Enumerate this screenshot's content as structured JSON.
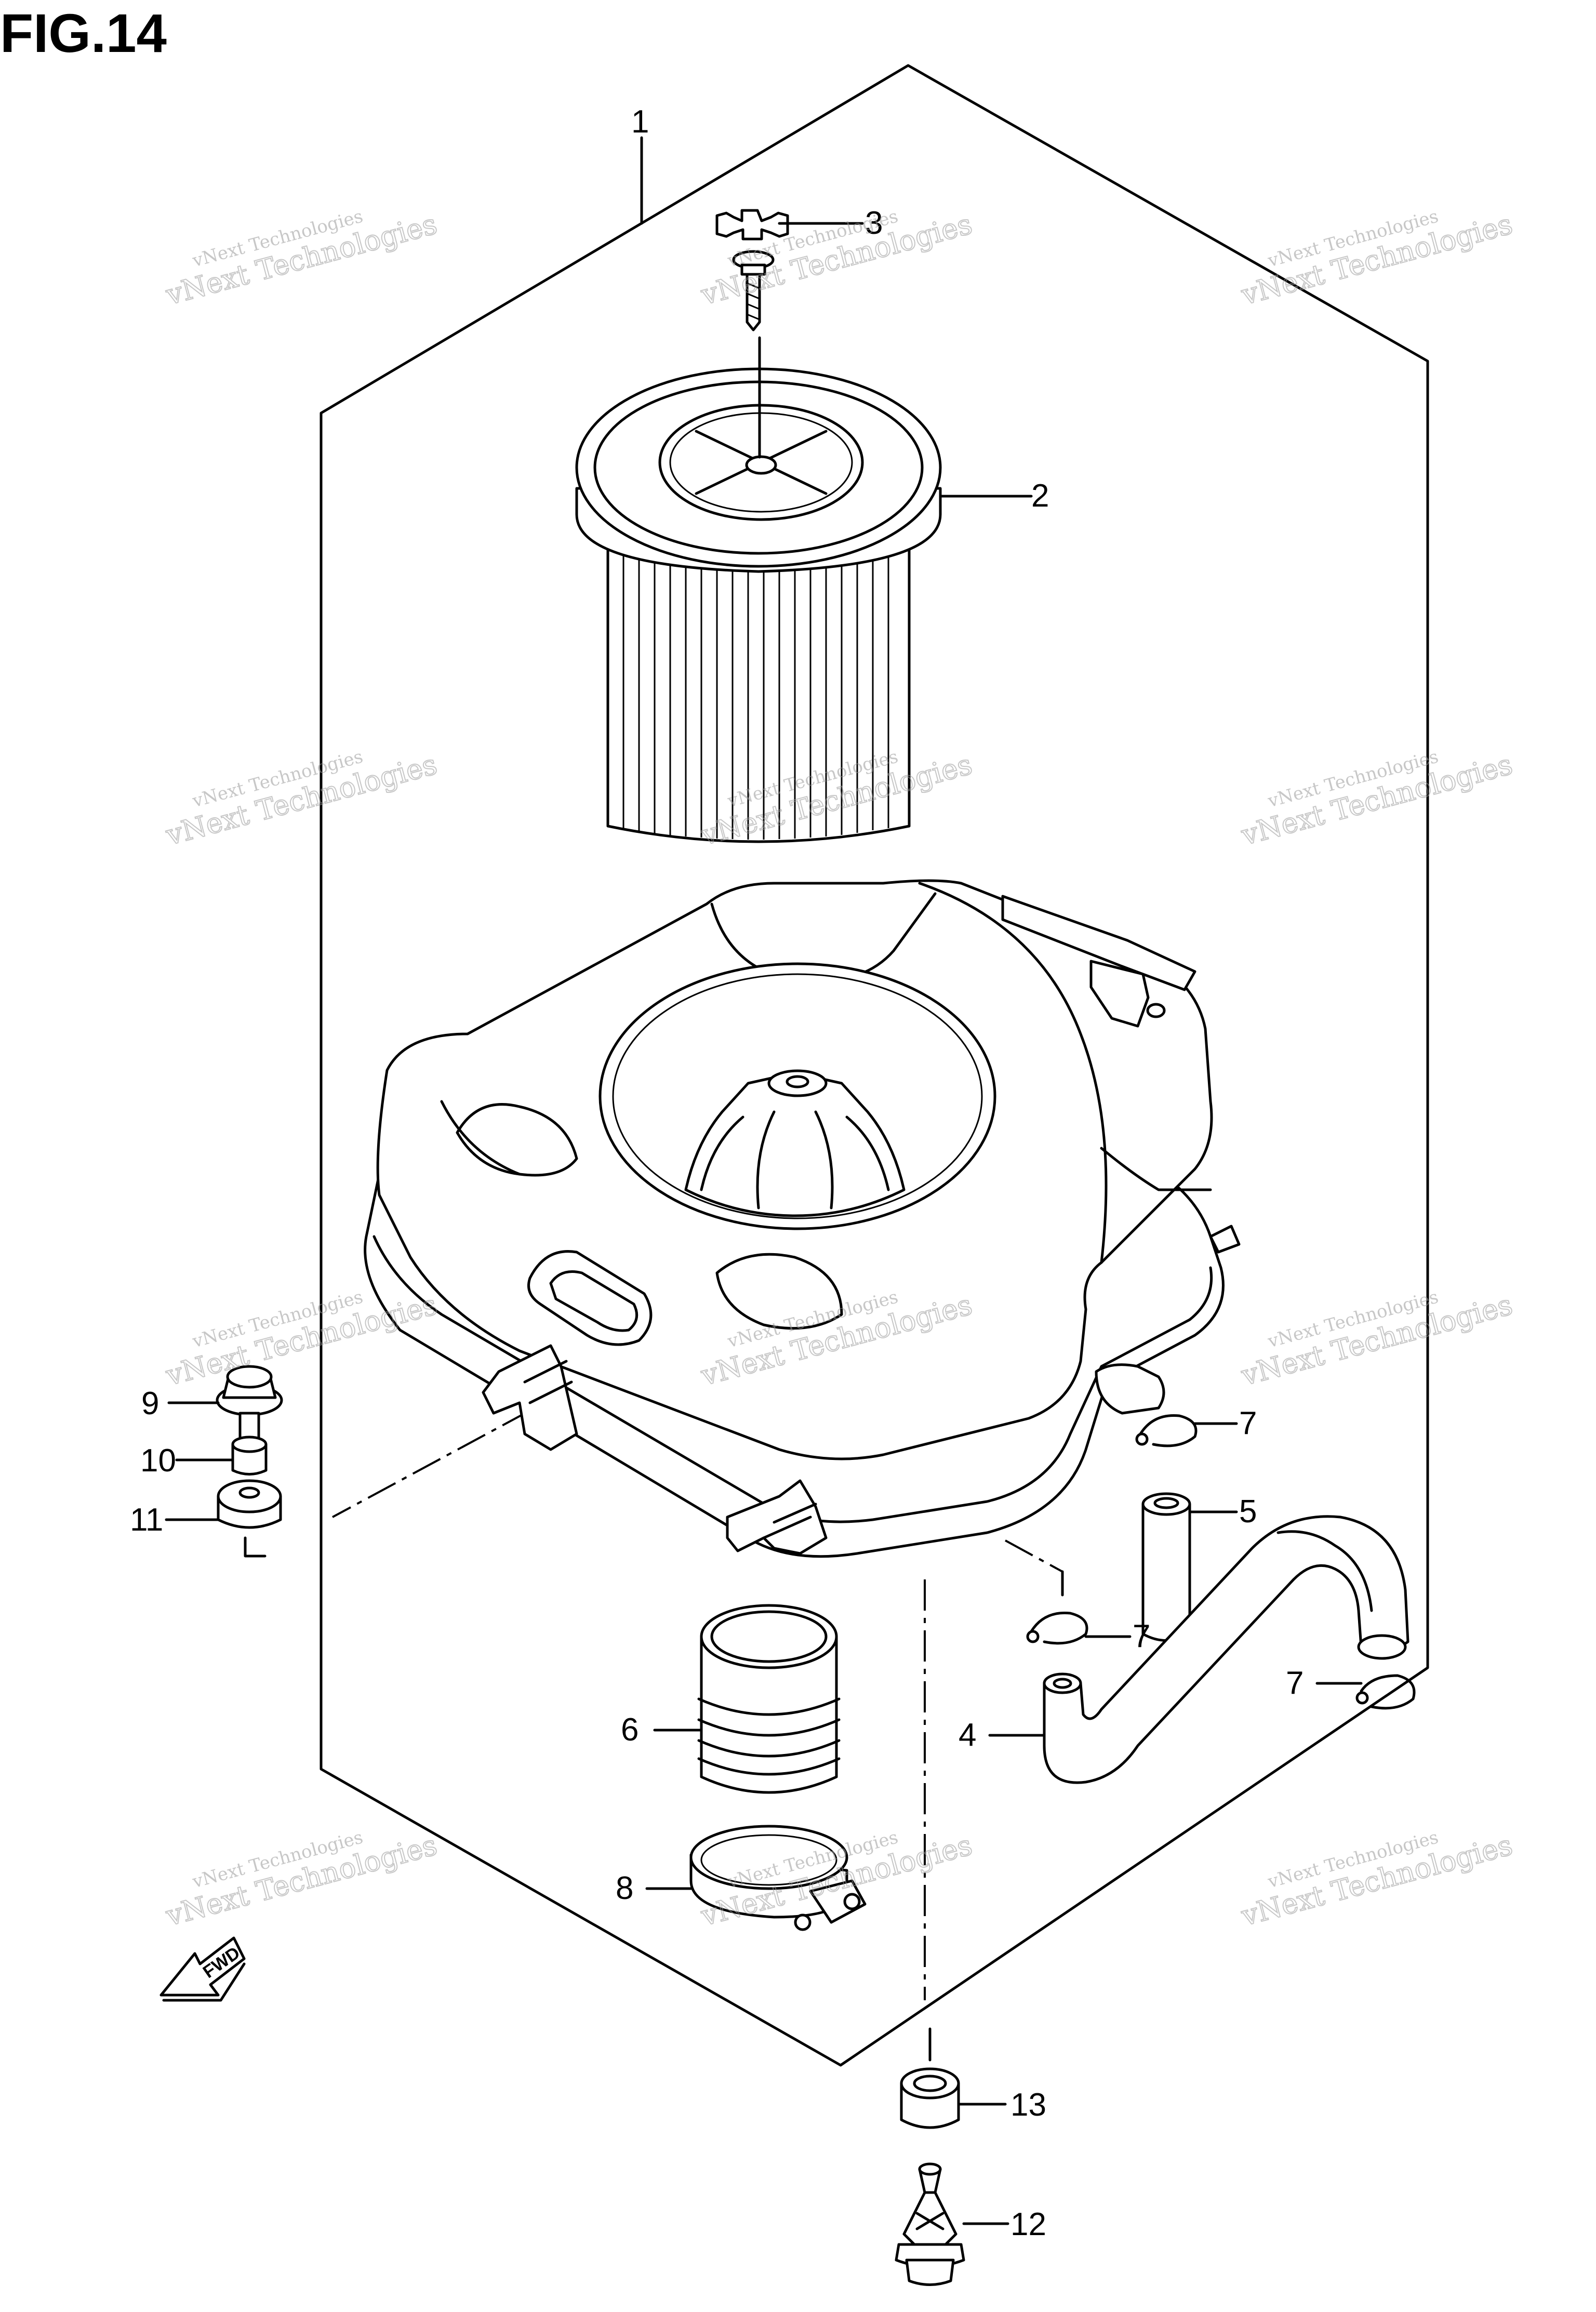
{
  "figure": {
    "title": "FIG.14"
  },
  "callouts": [
    {
      "id": "1",
      "label": "1"
    },
    {
      "id": "2",
      "label": "2"
    },
    {
      "id": "3",
      "label": "3"
    },
    {
      "id": "4",
      "label": "4"
    },
    {
      "id": "5",
      "label": "5"
    },
    {
      "id": "6",
      "label": "6"
    },
    {
      "id": "7a",
      "label": "7"
    },
    {
      "id": "7b",
      "label": "7"
    },
    {
      "id": "7c",
      "label": "7"
    },
    {
      "id": "8",
      "label": "8"
    },
    {
      "id": "9",
      "label": "9"
    },
    {
      "id": "10",
      "label": "10"
    },
    {
      "id": "11",
      "label": "11"
    },
    {
      "id": "12",
      "label": "12"
    },
    {
      "id": "13",
      "label": "13"
    }
  ],
  "fwd_arrow": {
    "label": "FWD"
  },
  "watermark": {
    "line1": "vNext Technologies",
    "line2": "vNext Technologies"
  },
  "colors": {
    "ink": "#000000",
    "background": "#ffffff",
    "watermark": "#9a9a9a"
  }
}
